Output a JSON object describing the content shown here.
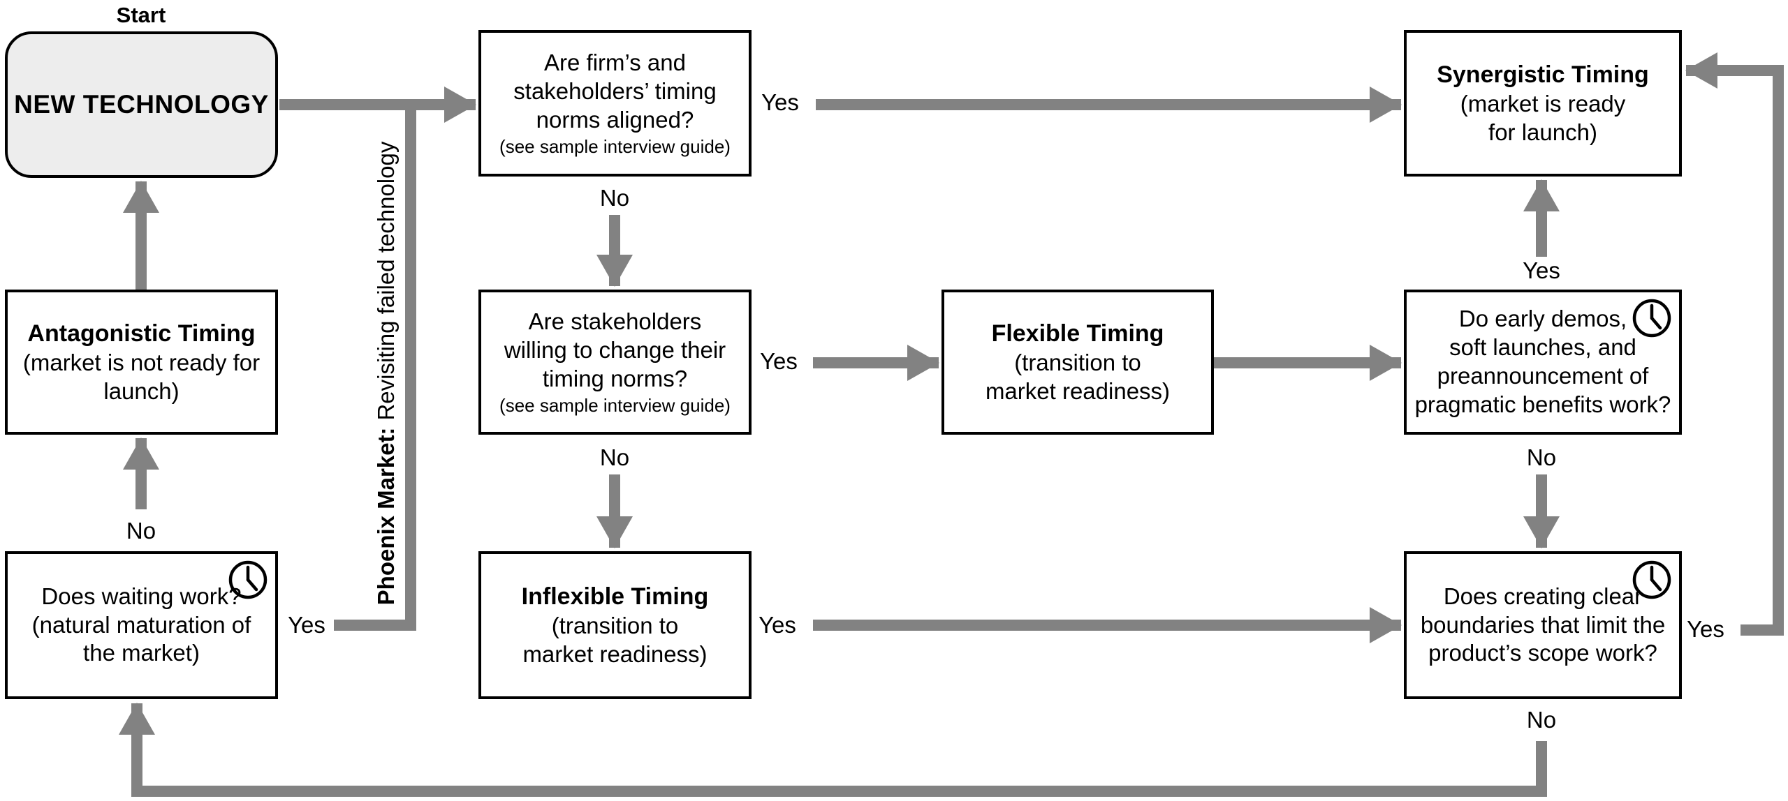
{
  "diagram": {
    "start_label": "Start",
    "yes": "Yes",
    "no": "No",
    "phoenix_label": {
      "bold": "Phoenix Market:",
      "text": "Revisiting failed technology"
    },
    "nodes": {
      "new_technology": {
        "title": "NEW TECHNOLOGY"
      },
      "norms_question": {
        "question": "Are firm’s and\nstakeholders’ timing\nnorms aligned?",
        "note": "(see sample interview guide)"
      },
      "synergistic": {
        "title": "Synergistic Timing",
        "subtitle": "(market is ready\nfor launch)"
      },
      "antagonistic": {
        "title": "Antagonistic Timing",
        "subtitle": "(market is not ready for\nlaunch)"
      },
      "change_question": {
        "question": "Are stakeholders\nwilling to change their\ntiming norms?",
        "note": "(see sample interview guide)"
      },
      "flexible": {
        "title": "Flexible Timing",
        "subtitle": "(transition to\nmarket readiness)"
      },
      "demos_question": {
        "question": "Do early demos,\nsoft launches, and\npreannouncement of\npragmatic benefits work?"
      },
      "waiting_question": {
        "question": "Does waiting work?\n(natural maturation of\nthe market)"
      },
      "inflexible": {
        "title": "Inflexible Timing",
        "subtitle": "(transition to\nmarket readiness)"
      },
      "boundaries_question": {
        "question": "Does creating clear\nboundaries that limit the\nproduct’s scope work?"
      }
    },
    "icons": {
      "clock": "clock-icon"
    },
    "colors": {
      "arrow": "#828282",
      "border": "#000000",
      "start_node_fill": "#ededed",
      "node_fill": "#ffffff",
      "background": "#ffffff"
    }
  }
}
